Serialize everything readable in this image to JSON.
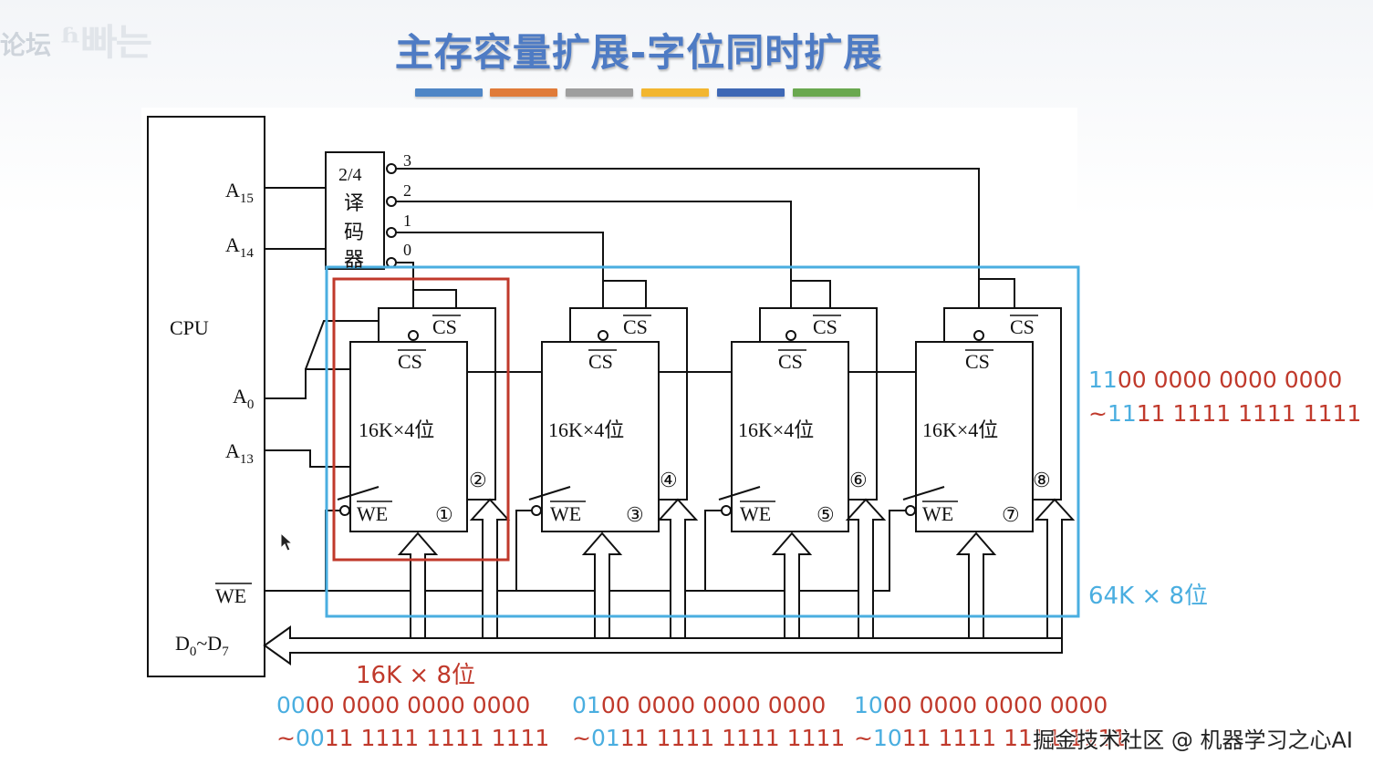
{
  "title": "主存容量扩展-字位同时扩展",
  "title_bar_colors": [
    "#4f86c6",
    "#e07b39",
    "#9e9e9e",
    "#f2b630",
    "#3e68b5",
    "#6aa84f"
  ],
  "logo_text": "论坛",
  "diagram": {
    "cpu_label": "CPU",
    "pins": {
      "a15": "A",
      "a15_sub": "15",
      "a14": "A",
      "a14_sub": "14",
      "a0": "A",
      "a0_sub": "0",
      "a13": "A",
      "a13_sub": "13",
      "we": "WE",
      "data": "D",
      "data_sub0": "0",
      "data_tilde": "~D",
      "data_sub7": "7"
    },
    "decoder": {
      "line1": "2/4",
      "line2": "译",
      "line3": "码",
      "line4": "器",
      "out3": "3",
      "out2": "2",
      "out1": "1",
      "out0": "0"
    },
    "chip_label": "16K×4位",
    "cs_label": "CS",
    "we_label": "WE",
    "chip_numbers": [
      "①",
      "②",
      "③",
      "④",
      "⑤",
      "⑥",
      "⑦",
      "⑧"
    ]
  },
  "annotations": {
    "group_label": "16K × 8位",
    "total_label": "64K × 8位",
    "range0": {
      "start_hi": "00",
      "start_lo": "00 0000 0000 0000",
      "end_prefix": "~",
      "end_hi": "00",
      "end_lo": "11 1111 1111 1111"
    },
    "range1": {
      "start_hi": "01",
      "start_lo": "00 0000 0000 0000",
      "end_prefix": "~",
      "end_hi": "01",
      "end_lo": "11 1111 1111 1111"
    },
    "range2": {
      "start_hi": "10",
      "start_lo": "00 0000 0000 0000",
      "end_prefix": "~",
      "end_hi": "10",
      "end_lo": "11 1111 1111 1111"
    },
    "range3": {
      "start_hi": "11",
      "start_lo": "00 0000 0000 0000",
      "end_prefix": "~",
      "end_hi": "11",
      "end_lo": "11 1111 1111 1111"
    }
  },
  "watermark": "掘金技术社区 @ 机器学习之心AI",
  "colors": {
    "highlight_red": "#c0392b",
    "highlight_blue": "#4aaee0"
  }
}
